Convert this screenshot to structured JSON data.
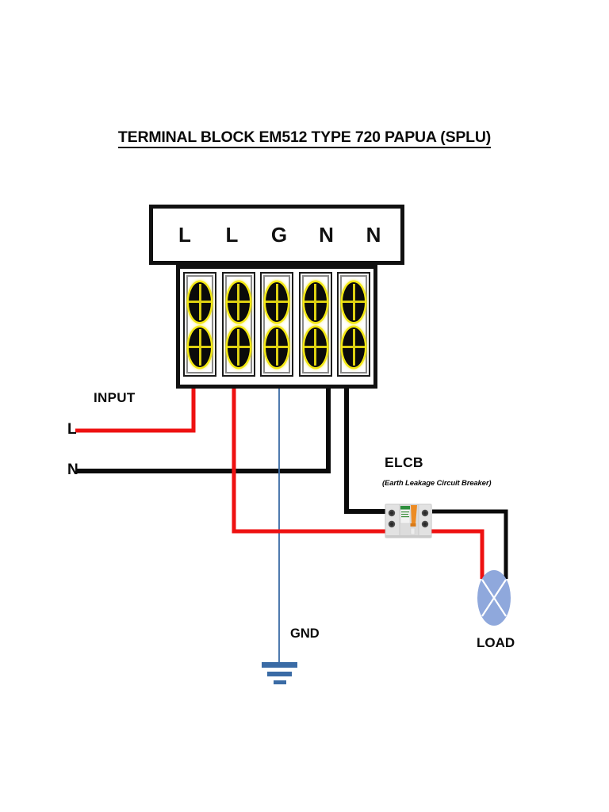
{
  "page": {
    "title": "TERMINAL BLOCK EM512 TYPE 720 PAPUA (SPLU)",
    "background_color": "#ffffff"
  },
  "terminal_block": {
    "header_labels": [
      "L",
      "L",
      "G",
      "N",
      "N"
    ],
    "slot_count": 5,
    "screws_per_slot": 2,
    "screw_color": "#0a0a0a",
    "screw_outline_color": "#f2e712",
    "border_color": "#111111"
  },
  "labels": {
    "input": "INPUT",
    "input_line": "L",
    "input_neutral": "N",
    "elcb": "ELCB",
    "elcb_subtitle": "(Earth Leakage Circuit Breaker)",
    "gnd": "GND",
    "load": "LOAD"
  },
  "wires": [
    {
      "name": "input-line-wire",
      "from": "INPUT L",
      "to": "terminal-1 (L)",
      "color": "#ee1111",
      "width": 5
    },
    {
      "name": "input-neutral-wire",
      "from": "INPUT N",
      "to": "terminal-4 (N)",
      "color": "#0a0a0a",
      "width": 6
    },
    {
      "name": "terminal-2-to-elcb-line",
      "from": "terminal-2 (L)",
      "to": "ELCB bottom input",
      "color": "#ee1111",
      "width": 5
    },
    {
      "name": "terminal-5-to-elcb-neutral",
      "from": "terminal-5 (N)",
      "to": "ELCB left input",
      "color": "#0a0a0a",
      "width": 6
    },
    {
      "name": "ground-wire",
      "from": "terminal-3 (G)",
      "to": "GND earth symbol",
      "color": "#3a6ba5",
      "width": 1.8
    },
    {
      "name": "elcb-to-load-line",
      "from": "ELCB output",
      "to": "LOAD left terminal",
      "color": "#ee1111",
      "width": 5
    },
    {
      "name": "elcb-to-load-neutral",
      "from": "ELCB output",
      "to": "LOAD right terminal",
      "color": "#0a0a0a",
      "width": 6
    }
  ],
  "elcb_device": {
    "body_color": "#d8d8d8",
    "lever_color": "#ec8b23",
    "label_strip_color": "#2f8f3e",
    "terminal_color": "#3c3c3c"
  },
  "load_lamp": {
    "shape": "ellipse-with-cross",
    "fill_color": "#8fa8dc",
    "cross_color": "#ffffff"
  },
  "ground_symbol": {
    "color": "#3a6ba5",
    "bars": 3
  }
}
